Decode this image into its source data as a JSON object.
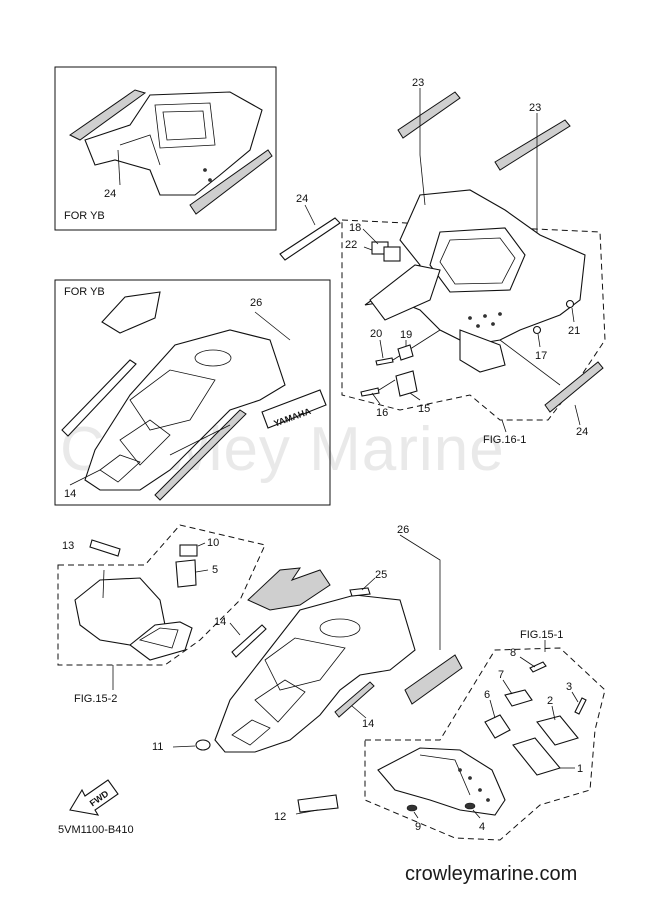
{
  "watermark": "Crowley Marine",
  "footer": {
    "diagram_code": "5VM1100-B410",
    "website": "crowleymarine.com"
  },
  "insets": {
    "rear_for_yb": "FOR YB",
    "front_for_yb": "FOR YB"
  },
  "figure_refs": {
    "fig_16_1": "FIG.16-1",
    "fig_15_1": "FIG.15-1",
    "fig_15_2": "FIG.15-2"
  },
  "fwd_arrow": "FWD",
  "decal_text": "YAMAHA",
  "callouts": {
    "c1": "1",
    "c2": "2",
    "c3": "3",
    "c4": "4",
    "c5": "5",
    "c6": "6",
    "c7": "7",
    "c8": "8",
    "c9": "9",
    "c10": "10",
    "c11": "11",
    "c12": "12",
    "c13": "13",
    "c14a": "14",
    "c14b": "14",
    "c14c": "14",
    "c15": "15",
    "c16": "16",
    "c17": "17",
    "c18": "18",
    "c19": "19",
    "c20": "20",
    "c21": "21",
    "c22": "22",
    "c23a": "23",
    "c23b": "23",
    "c24a": "24",
    "c24b": "24",
    "c24c": "24",
    "c25": "25",
    "c26a": "26",
    "c26b": "26"
  }
}
